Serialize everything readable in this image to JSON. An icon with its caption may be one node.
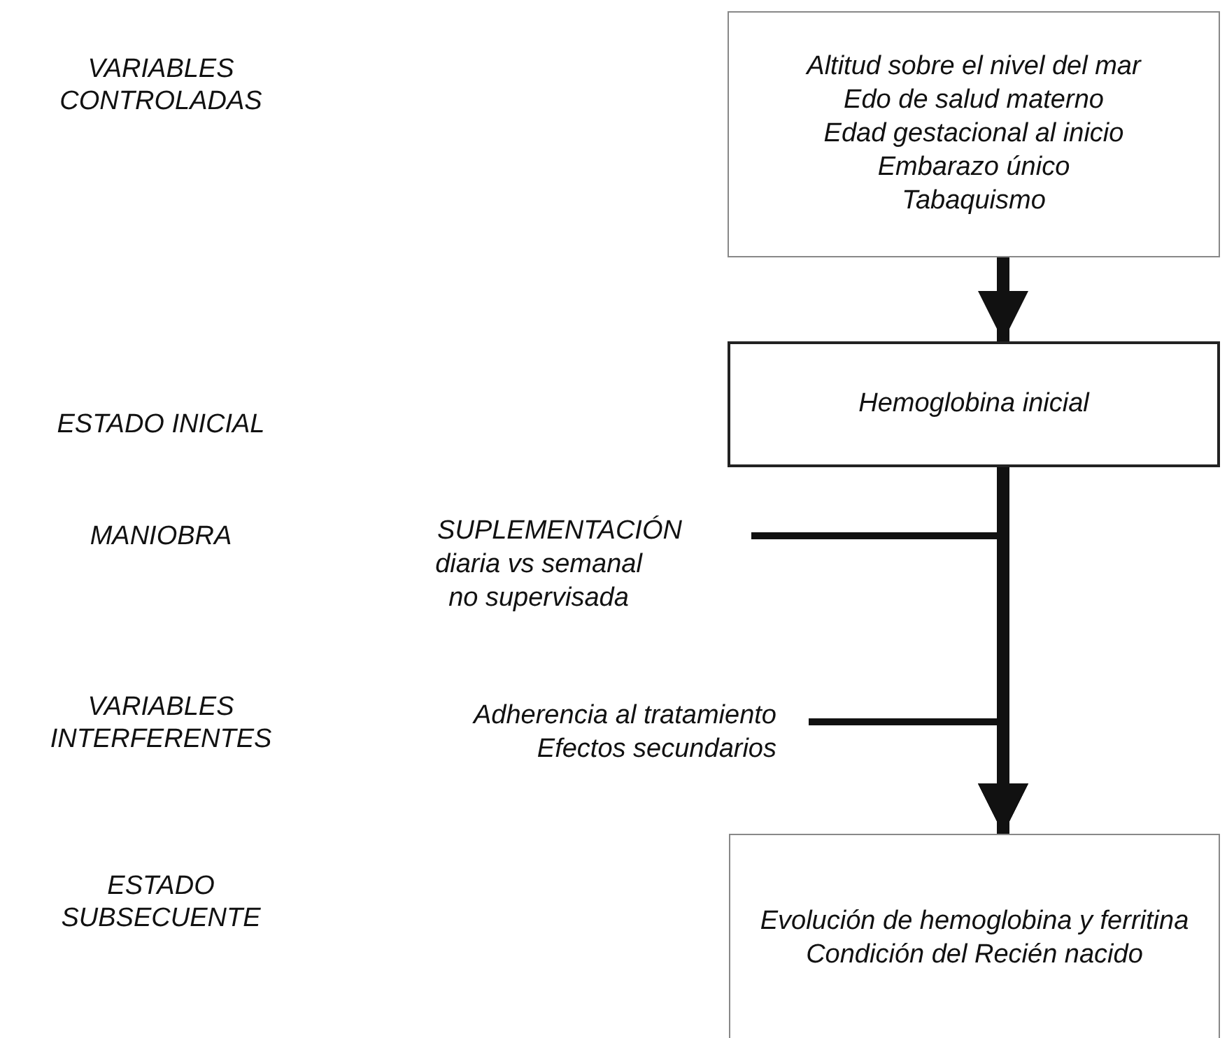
{
  "diagram": {
    "nodes": [
      {
        "text": [
          "Altitud sobre el nivel del mar",
          "Edo de salud materno",
          "Edad gestacional al inicio",
          "Embarazo único",
          "Tabaquismo"
        ]
      },
      {
        "text": [
          "Hemoglobina inicial"
        ]
      },
      {
        "text": [
          "SUPLEMENTACIÓN",
          "diaria vs semanal no supervisada"
        ]
      },
      {
        "text": [
          "Adherencia al tratamiento",
          "Efectos secundarios"
        ]
      },
      {
        "text": [
          "Evolución de hemoglobina y ferritina",
          "Condición del Recién nacido"
        ]
      }
    ],
    "edges": [
      {
        "from": 0,
        "to": 1,
        "arrow": "to",
        "style": "thick"
      },
      {
        "from": 1,
        "to": 4,
        "arrow": "to",
        "style": "thick"
      },
      {
        "from": 2,
        "to": 4,
        "arrow": "to"
      },
      {
        "from": 3,
        "to": 4,
        "arrow": "to"
      }
    ],
    "labels": [
      "VARIABLES CONTROLADAS",
      "ESTADO INICIAL",
      "MANIOBRA",
      "VARIABLES INTERFERENTES",
      "ESTADO SUBSECUENTE"
    ]
  }
}
